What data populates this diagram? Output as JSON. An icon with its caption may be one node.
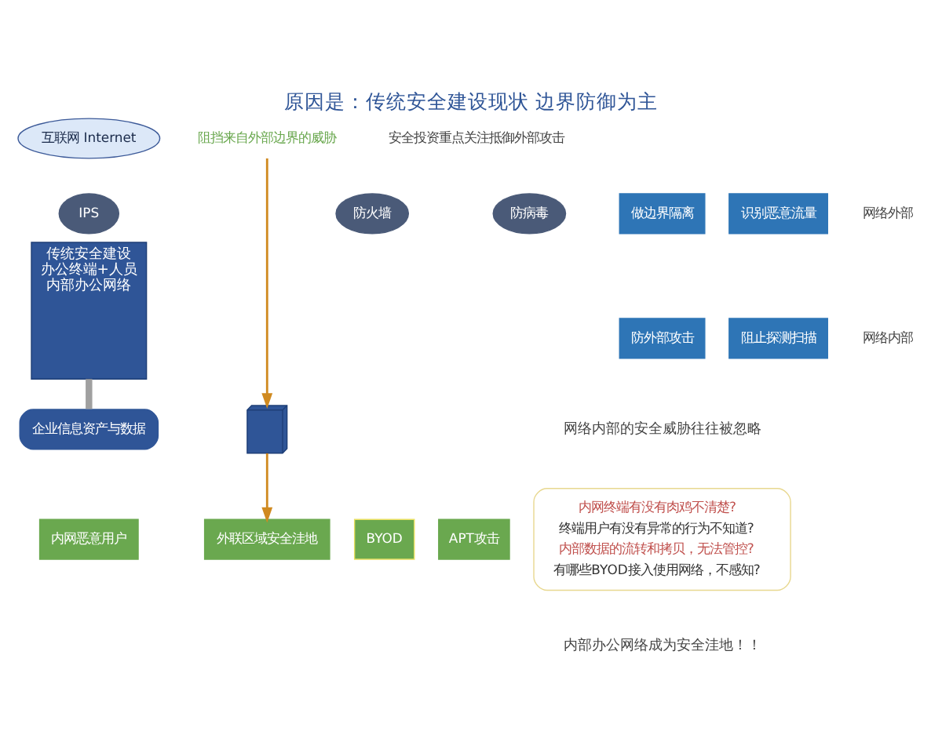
{
  "diagram": {
    "title": "原因是：传统安全建设现状 边界防御为主",
    "nodes": [
      {
        "text": [
          "互联网 Internet"
        ]
      },
      {
        "text": [
          "防火墙"
        ]
      },
      {
        "text": [
          "IPS"
        ]
      },
      {
        "text": [
          "防病毒"
        ]
      },
      {
        "text": [
          "传统安全建设",
          "办公终端+人员",
          "内部办公网络"
        ]
      },
      {
        "text": [
          "企业信息资产与数据"
        ]
      },
      {
        "text": [
          "BYOD"
        ]
      },
      {
        "text": [
          "内网恶意用户"
        ]
      },
      {
        "text": [
          "APT攻击"
        ]
      },
      {
        "text": [
          "外联区域安全洼地"
        ]
      },
      {
        "text": [
          "阻挡来自外部边界的威胁"
        ]
      },
      {
        "text": [],
        "shape": "picture"
      },
      {
        "text": [
          "做边界隔离"
        ]
      },
      {
        "text": [
          "识别恶意流量"
        ]
      },
      {
        "text": [
          "防外部攻击"
        ]
      },
      {
        "text": [
          "阻止探测扫描"
        ]
      },
      {
        "text": [
          "内网终端有没有肉鸡不清楚?",
          "终端用户有没有异常的行为不知道?",
          "内部数据的流转和拷贝，无法管控?",
          "有哪些BYOD接入使用网络，不感知?"
        ]
      }
    ],
    "edges": [
      {
        "from": 4,
        "to": 5,
        "arrow": "none",
        "style": "thick",
        "color": "#a0a0a0"
      },
      {
        "from": 10,
        "to": 11,
        "arrow": "to"
      },
      {
        "from": 11,
        "to": 9,
        "arrow": "to"
      }
    ],
    "labels": [
      "网络外部",
      "网络内部",
      "安全投资重点关注抵御外部攻击",
      "网络内部的安全威胁往往被忽略",
      "内部办公网络成为安全洼地！！"
    ]
  }
}
